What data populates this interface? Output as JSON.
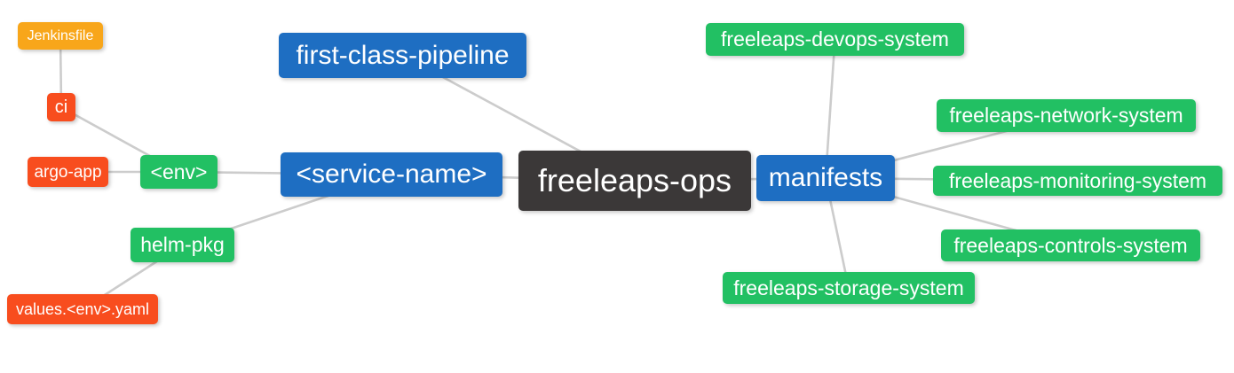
{
  "diagram": {
    "type": "mindmap",
    "background": "#ffffff",
    "colors": {
      "blue": "#1e6ec2",
      "green": "#22c063",
      "orange": "#f8a61a",
      "red": "#f84d1e",
      "dark": "#3b3838",
      "edge": "#cccccc",
      "text": "#ffffff"
    },
    "nodes": {
      "jenkinsfile": {
        "label": "Jenkinsfile",
        "color": "orange"
      },
      "ci": {
        "label": "ci",
        "color": "red"
      },
      "argo_app": {
        "label": "argo-app",
        "color": "red"
      },
      "env": {
        "label": "<env>",
        "color": "green"
      },
      "helm_pkg": {
        "label": "helm-pkg",
        "color": "green"
      },
      "values_env_yaml": {
        "label": "values.<env>.yaml",
        "color": "red"
      },
      "first_class_pipeline": {
        "label": "first-class-pipeline",
        "color": "blue"
      },
      "service_name": {
        "label": "<service-name>",
        "color": "blue"
      },
      "freeleaps_ops": {
        "label": "freeleaps-ops",
        "color": "dark"
      },
      "manifests": {
        "label": "manifests",
        "color": "blue"
      },
      "devops_system": {
        "label": "freeleaps-devops-system",
        "color": "green"
      },
      "network_system": {
        "label": "freeleaps-network-system",
        "color": "green"
      },
      "monitoring_system": {
        "label": "freeleaps-monitoring-system",
        "color": "green"
      },
      "controls_system": {
        "label": "freeleaps-controls-system",
        "color": "green"
      },
      "storage_system": {
        "label": "freeleaps-storage-system",
        "color": "green"
      }
    },
    "edges": [
      [
        "jenkinsfile",
        "ci"
      ],
      [
        "ci",
        "env"
      ],
      [
        "argo_app",
        "env"
      ],
      [
        "env",
        "service_name"
      ],
      [
        "service_name",
        "helm_pkg"
      ],
      [
        "helm_pkg",
        "values_env_yaml"
      ],
      [
        "first_class_pipeline",
        "freeleaps_ops"
      ],
      [
        "service_name",
        "freeleaps_ops"
      ],
      [
        "freeleaps_ops",
        "manifests"
      ],
      [
        "manifests",
        "devops_system"
      ],
      [
        "manifests",
        "network_system"
      ],
      [
        "manifests",
        "monitoring_system"
      ],
      [
        "manifests",
        "controls_system"
      ],
      [
        "manifests",
        "storage_system"
      ]
    ]
  }
}
